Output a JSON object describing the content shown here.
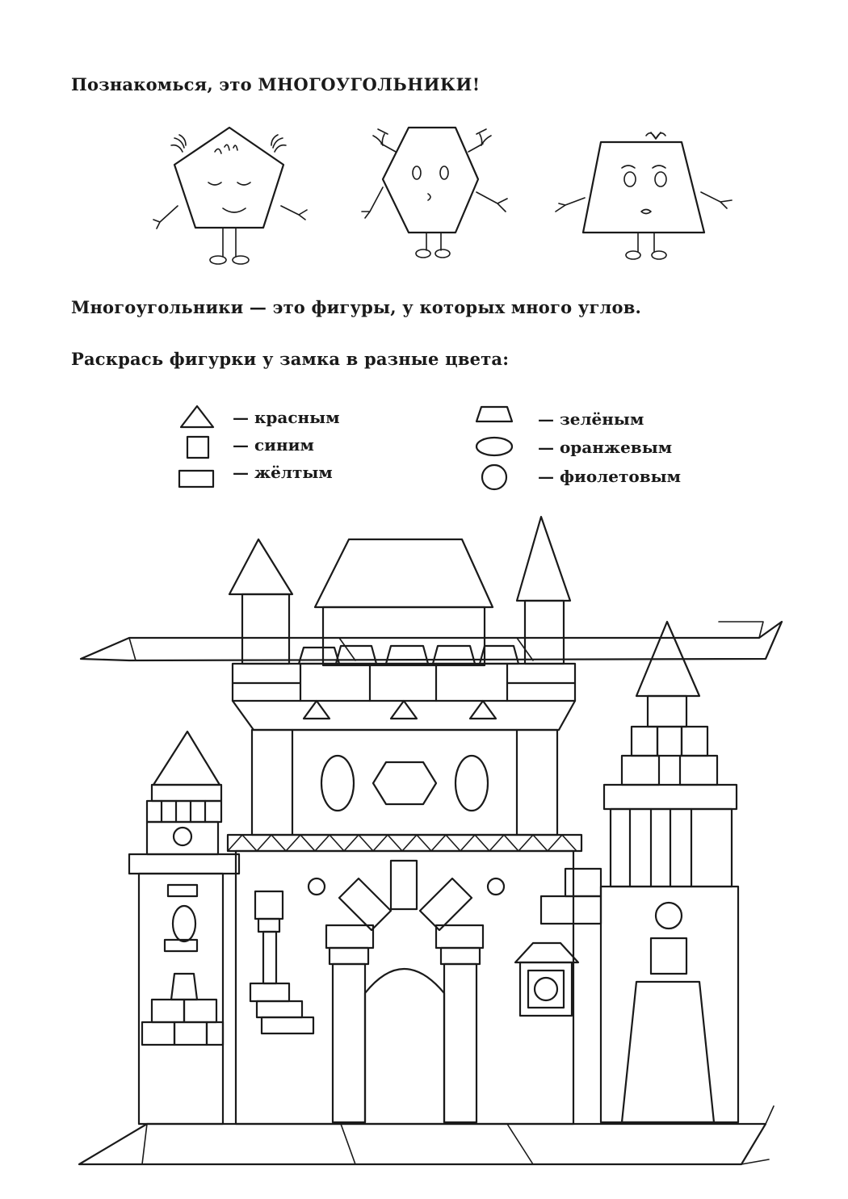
{
  "intro": {
    "prefix": "Познакомься, это ",
    "emphasis": "многоугольники",
    "suffix": "!"
  },
  "definition": "Многоугольники — это фигуры, у которых много углов.",
  "task": "Раскрась фигурки у замка в разные цвета:",
  "legend": [
    {
      "shape": "triangle-icon",
      "label": "— красным"
    },
    {
      "shape": "square-icon",
      "label": "— синим"
    },
    {
      "shape": "rectangle-icon",
      "label": "— жёлтым"
    },
    {
      "shape": "trapezoid-icon",
      "label": "— зелёным"
    },
    {
      "shape": "oval-icon",
      "label": "— оранжевым"
    },
    {
      "shape": "circle-icon",
      "label": "— фиолетовым"
    }
  ],
  "characters": [
    "pentagon-character-icon",
    "hexagon-character-icon",
    "trapezoid-character-icon"
  ],
  "colors": {
    "ink": "#1a1a1a",
    "paper": "#ffffff"
  }
}
